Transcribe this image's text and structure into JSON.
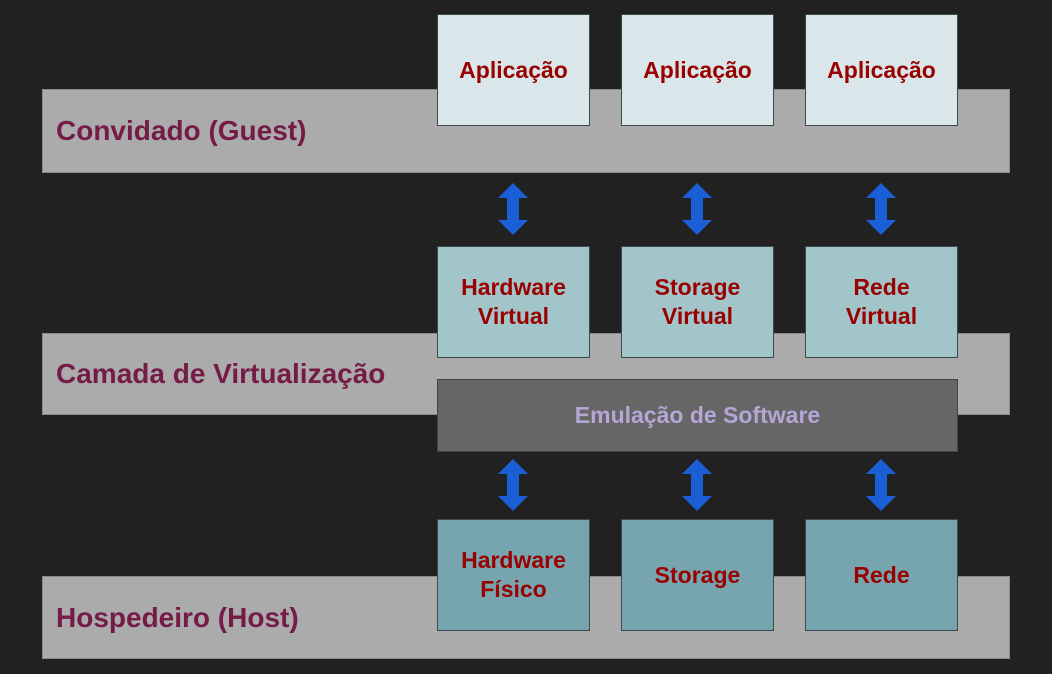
{
  "layers": {
    "guest": {
      "label": "Convidado (Guest)",
      "boxes": [
        "Aplicação",
        "Aplicação",
        "Aplicação"
      ]
    },
    "virtualization": {
      "label": "Camada de Virtualização",
      "boxes": [
        "Hardware\nVirtual",
        "Storage\nVirtual",
        "Rede\nVirtual"
      ],
      "emulation": "Emulação de Software"
    },
    "host": {
      "label": "Hospedeiro (Host)",
      "boxes": [
        "Hardware\nFísico",
        "Storage",
        "Rede"
      ]
    }
  },
  "colors": {
    "arrow": "#1a5fd6",
    "label": "#741b47",
    "box_text": "#990000"
  }
}
